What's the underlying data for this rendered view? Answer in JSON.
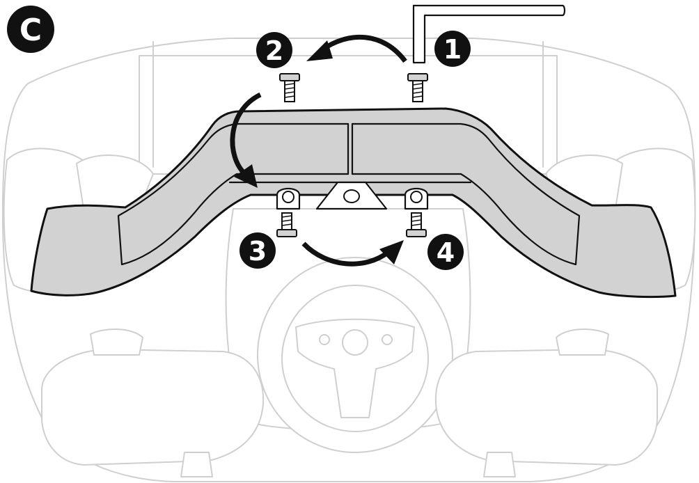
{
  "figure": {
    "panel_label": "C",
    "steps": [
      {
        "id": "step-1",
        "label": "1"
      },
      {
        "id": "step-2",
        "label": "2"
      },
      {
        "id": "step-3",
        "label": "3"
      },
      {
        "id": "step-4",
        "label": "4"
      }
    ],
    "colors": {
      "ink": "#111111",
      "highlight_fill": "#d2d2d2",
      "ghost_outline": "#cfcfcf",
      "background": "#ffffff"
    },
    "icons": [
      "allen-key-icon",
      "screw-icon",
      "curved-arrow-icon"
    ]
  }
}
